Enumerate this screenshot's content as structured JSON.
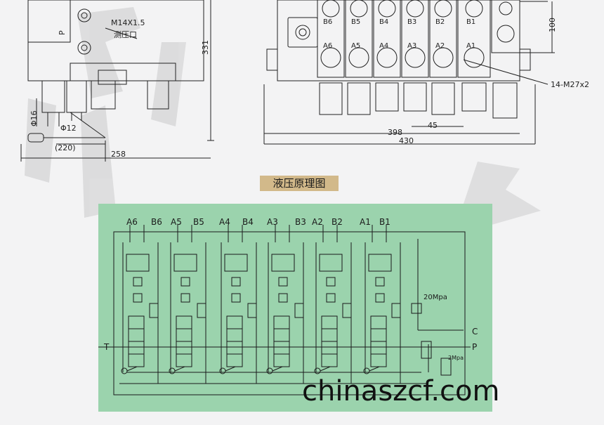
{
  "header_title": "液压原理图",
  "website": "chinaszcf.com",
  "side_view": {
    "thread_label": "M14X1.5",
    "test_port_label": "测压口",
    "height_dim": "331",
    "diam_16": "Φ16",
    "diam_12": "Φ12",
    "handle_dim": "(220)",
    "width_dim": "258",
    "port_label": "P"
  },
  "front_view": {
    "b_ports": [
      "B6",
      "B5",
      "B4",
      "B3",
      "B2",
      "B1"
    ],
    "a_ports": [
      "A6",
      "A5",
      "A4",
      "A3",
      "A2",
      "A1"
    ],
    "dim_100": "100",
    "mount_label": "14-M27x2",
    "dim_45": "45",
    "dim_398": "398",
    "dim_430": "430"
  },
  "schematic": {
    "ports": [
      "A6",
      "B6",
      "A5",
      "B5",
      "A4",
      "B4",
      "A3",
      "B3",
      "A2",
      "B2",
      "A1",
      "B1"
    ],
    "pressure_20": "20Mpa",
    "pressure_2": "2Mpa",
    "label_t": "T",
    "label_p": "P",
    "label_c": "C"
  }
}
